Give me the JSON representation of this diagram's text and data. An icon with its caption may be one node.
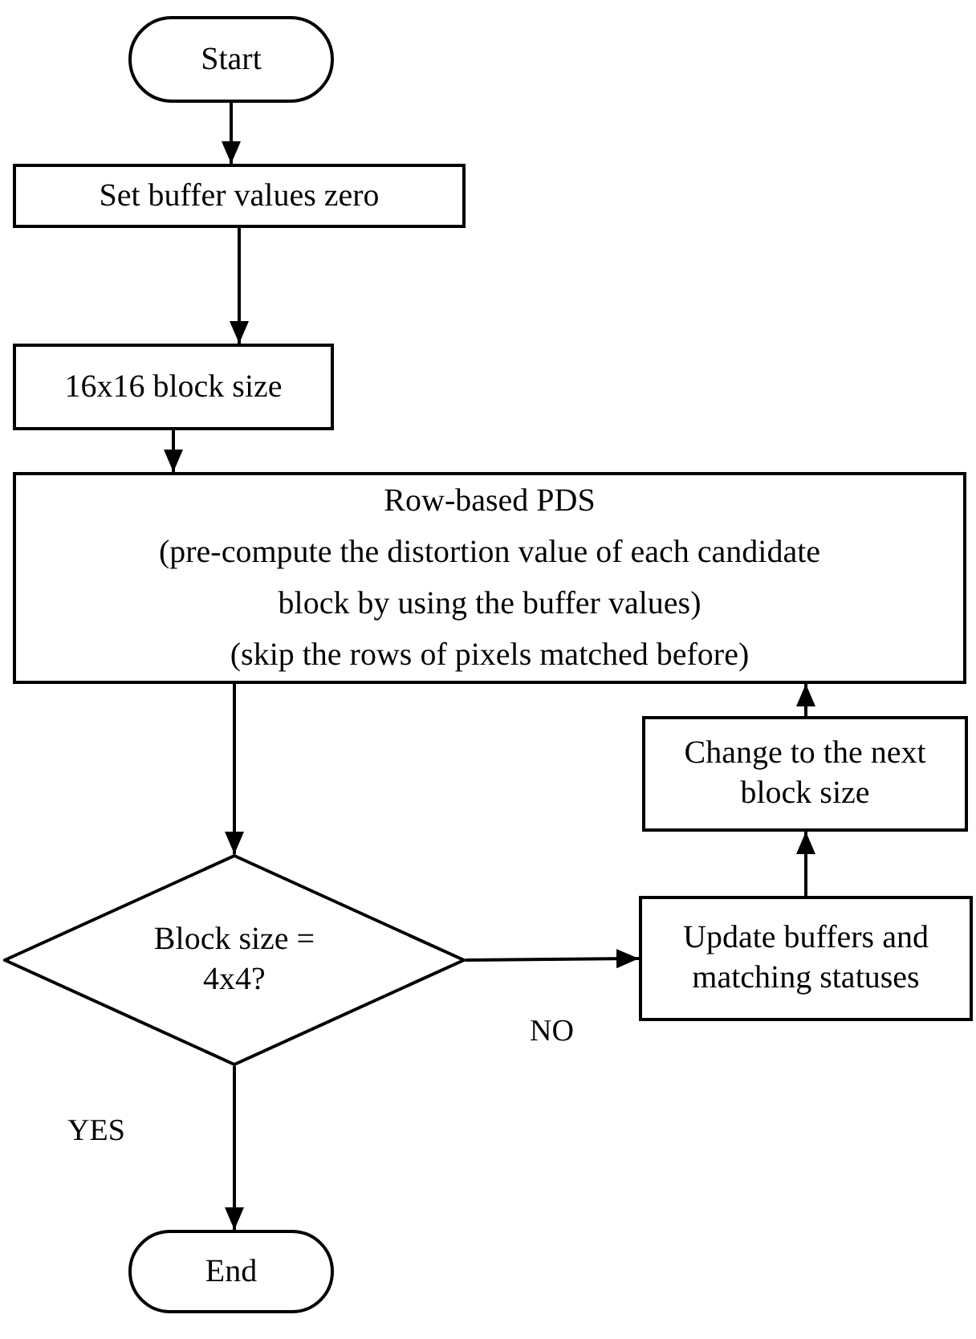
{
  "diagram": {
    "nodes": [
      {
        "text": [
          "Start"
        ]
      },
      {
        "text": [
          "Set buffer values zero"
        ]
      },
      {
        "text": [
          "16x16 block size"
        ]
      },
      {
        "text": [
          "Row-based PDS",
          "(pre-compute the distortion value of each candidate block by using the buffer values)",
          "(skip the rows of pixels matched before)"
        ]
      },
      {
        "text": [
          "Change to the next block size"
        ]
      },
      {
        "text": [
          "Block size = 4x4?"
        ]
      },
      {
        "text": [
          "Update buffers and matching statuses"
        ]
      },
      {
        "text": [
          "End"
        ]
      }
    ],
    "edges": [
      {
        "from": 0,
        "to": 1,
        "arrow": "to"
      },
      {
        "from": 1,
        "to": 2,
        "arrow": "to"
      },
      {
        "from": 2,
        "to": 3,
        "arrow": "to"
      },
      {
        "from": 3,
        "to": 5,
        "arrow": "to"
      },
      {
        "from": 5,
        "to": 6,
        "arrow": "to",
        "label": "NO"
      },
      {
        "from": 6,
        "to": 4,
        "arrow": "to"
      },
      {
        "from": 4,
        "to": 3,
        "arrow": "to"
      },
      {
        "from": 5,
        "to": 7,
        "arrow": "to",
        "label": "YES"
      }
    ]
  }
}
